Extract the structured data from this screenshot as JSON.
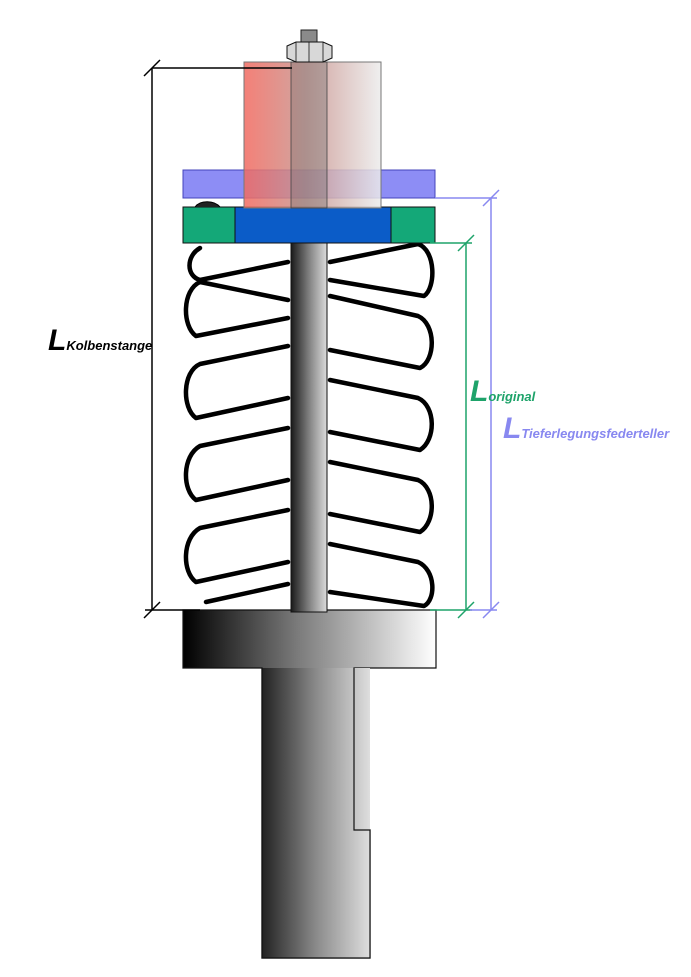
{
  "labels": {
    "kolbenstange": {
      "main": "L",
      "sub": "Kolbenstange"
    },
    "original": {
      "main": "L",
      "sub": "original"
    },
    "tieferlegung": {
      "main": "L",
      "sub": "Tieferlegungsfederteller"
    }
  },
  "colors": {
    "green": "#1ea36a",
    "blue_dim": "#8888f0",
    "plate_blue": "#6d6df2",
    "seat_blue": "#0b5cc8",
    "seat_green": "#14a878",
    "red_block": "#f06060"
  }
}
